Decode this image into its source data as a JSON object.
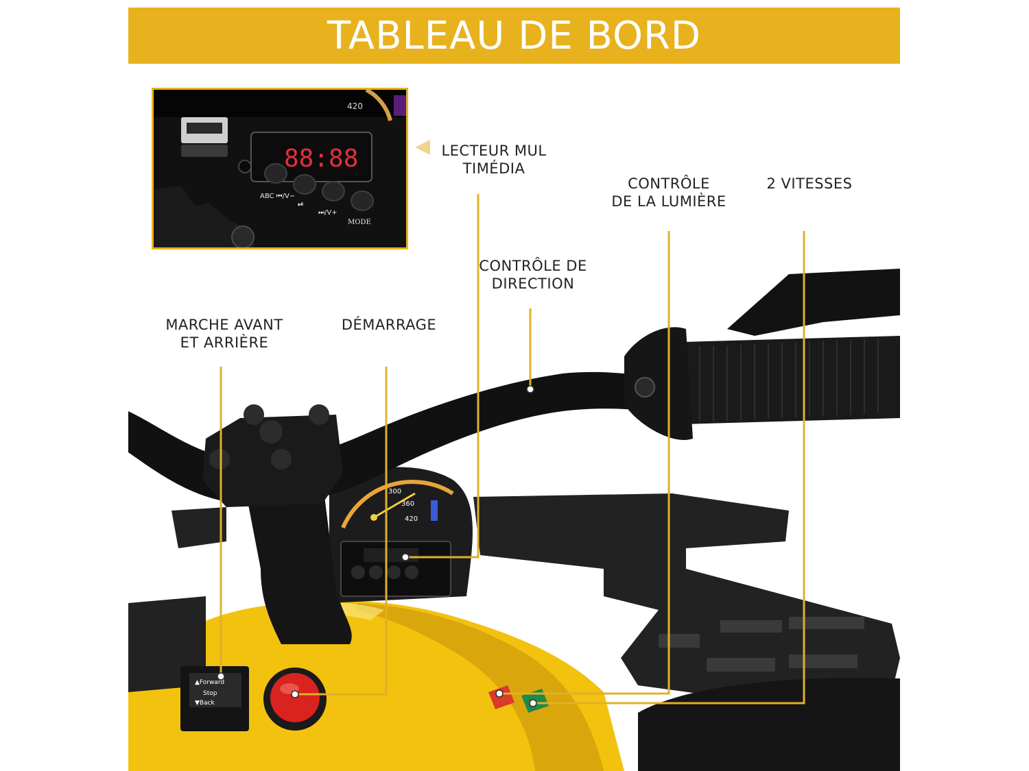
{
  "title": "TABLEAU DE BORD",
  "labels": {
    "media_player": [
      "LECTEUR MUL",
      "TIMÉDIA"
    ],
    "light_control": [
      "CONTRÔLE",
      "DE LA LUMIÈRE"
    ],
    "two_speeds": [
      "2 VITESSES"
    ],
    "steering_control": [
      "CONTRÔLE DE",
      "DIRECTION"
    ],
    "forward_reverse": [
      "MARCHE AVANT",
      "ET ARRIÈRE"
    ],
    "start": [
      "DÉMARRAGE"
    ]
  },
  "inset": {
    "clock_display": "88:88",
    "button_labels": [
      "ABC ⏮/V−",
      "⏯",
      "⏭/V+",
      "MODE"
    ],
    "gauge_number": "420"
  },
  "dashboard": {
    "gauge_numbers": [
      "300",
      "360",
      "420"
    ],
    "switch_labels": [
      "▲Forward",
      "Stop",
      "▼Back"
    ]
  },
  "colors": {
    "banner": "#e8b21e",
    "callout_line": "#e0b02a",
    "body_yellow": "#f2c20f",
    "plastic_black": "#1a1a1a",
    "start_button_red": "#d8231f"
  }
}
